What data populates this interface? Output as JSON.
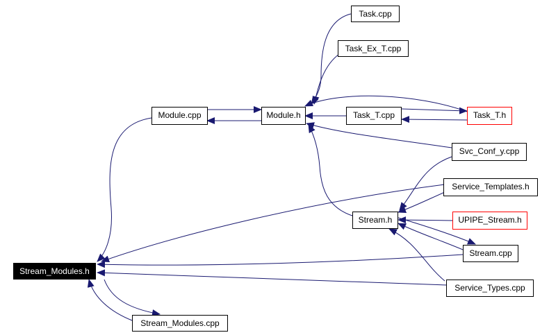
{
  "colors": {
    "edge": "#191970",
    "node_border": "#000000",
    "red_border": "#ff0000",
    "focus_bg": "#000000",
    "focus_text": "#ffffff"
  },
  "nodes": {
    "stream_modules_h": "Stream_Modules.h",
    "stream_modules_cpp": "Stream_Modules.cpp",
    "module_cpp": "Module.cpp",
    "module_h": "Module.h",
    "task_cpp": "Task.cpp",
    "task_ex_t_cpp": "Task_Ex_T.cpp",
    "task_t_cpp": "Task_T.cpp",
    "task_t_h": "Task_T.h",
    "svc_conf_y_cpp": "Svc_Conf_y.cpp",
    "service_templates_h": "Service_Templates.h",
    "stream_h": "Stream.h",
    "upipe_stream_h": "UPIPE_Stream.h",
    "stream_cpp": "Stream.cpp",
    "service_types_cpp": "Service_Types.cpp"
  }
}
